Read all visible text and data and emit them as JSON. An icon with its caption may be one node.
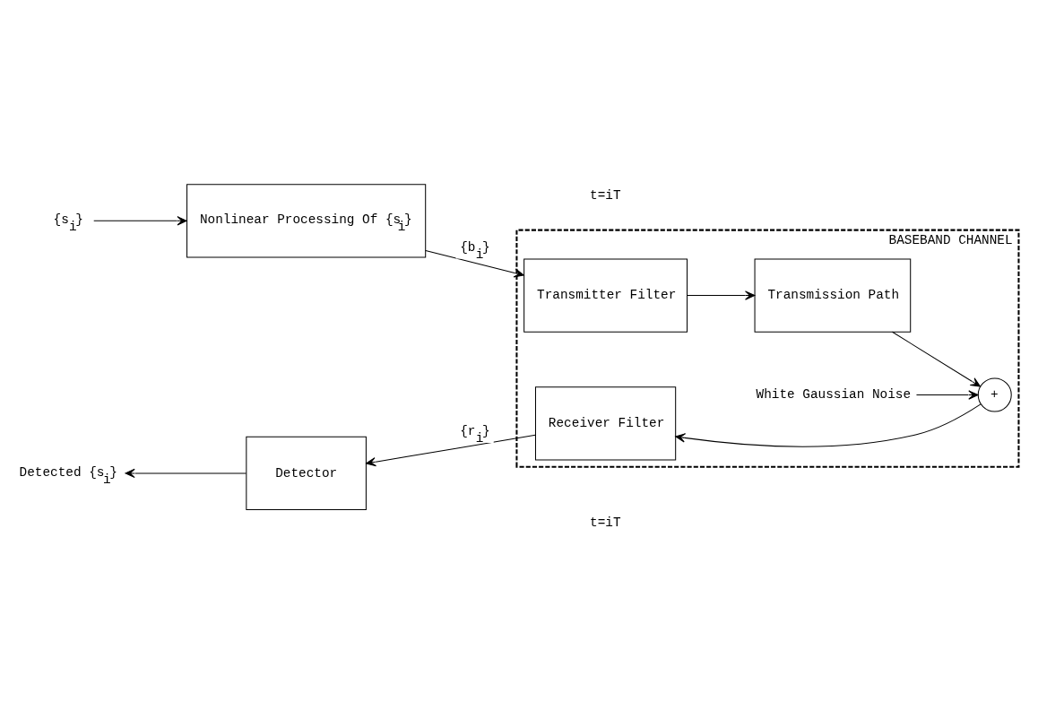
{
  "diagram": {
    "nodes": [
      {
        "text": [
          "{s$_{i}$}"
        ]
      },
      {
        "text": [
          "Nonlinear Processing Of {s$_{i}$}"
        ]
      },
      {
        "text": [
          "BASEBAND CHANNEL"
        ]
      },
      {
        "text": [
          "Transmitter Filter"
        ],
        "in": 2
      },
      {
        "text": [
          "Transmission Path"
        ],
        "in": 2
      },
      {
        "text": [
          "+"
        ],
        "in": 2
      },
      {
        "text": [
          "White Gaussian Noise"
        ],
        "in": 2
      },
      {
        "text": [
          "Receiver Filter"
        ],
        "in": 2
      },
      {
        "text": [
          "Detector"
        ]
      },
      {
        "text": [
          "Detected {s$_{i}$}"
        ]
      }
    ],
    "edges": [
      {
        "from": 0,
        "to": 1,
        "arrow": "to"
      },
      {
        "from": 1,
        "to": 3,
        "arrow": "to",
        "label": "{b$_{i}$}"
      },
      {
        "from": 3,
        "to": 4,
        "arrow": "to"
      },
      {
        "from": 4,
        "to": 5,
        "arrow": "to"
      },
      {
        "from": 6,
        "to": 5,
        "arrow": "to"
      },
      {
        "from": 5,
        "to": 7,
        "arrow": "to"
      },
      {
        "from": 7,
        "to": 8,
        "arrow": "to",
        "label": "{r$_{i}$}"
      },
      {
        "from": 8,
        "to": 9,
        "arrow": "to"
      }
    ],
    "labels": [
      "t=iT",
      "t=iT"
    ]
  }
}
